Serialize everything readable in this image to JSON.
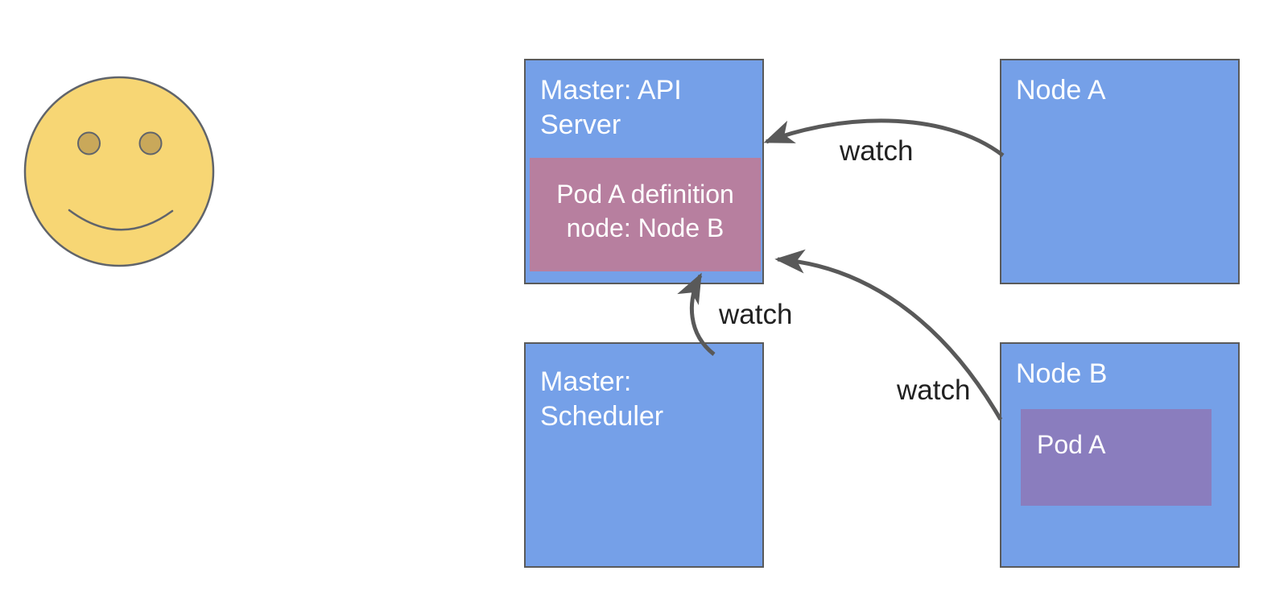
{
  "colors": {
    "canvas_bg": "#ffffff",
    "node_fill": "#75a0e8",
    "node_border": "#5a5a5a",
    "pod_definition_fill": "#b77f9f",
    "pod_fill": "#8a7dbe",
    "box_label_text": "#ffffff",
    "watch_text": "#212121",
    "arrow": "#595959",
    "face_fill": "#f7d674",
    "face_stroke": "#60646b",
    "eye_fill": "#c9a85a"
  },
  "diagram": {
    "boxes": {
      "api_server": {
        "label": "Master: API Server"
      },
      "node_a": {
        "label": "Node A"
      },
      "scheduler": {
        "label": "Master: Scheduler"
      },
      "node_b": {
        "label": "Node B"
      },
      "pod_definition": {
        "label": "Pod A definition node: Node B"
      },
      "pod_a": {
        "label": "Pod A"
      }
    },
    "arrows": [
      {
        "label": "watch",
        "from": "Node A",
        "to": "Master: API Server"
      },
      {
        "label": "watch",
        "from": "Master: Scheduler",
        "to": "Pod A definition"
      },
      {
        "label": "watch",
        "from": "Node B",
        "to": "Pod A definition"
      }
    ],
    "icons": [
      {
        "name": "smiley-face-icon"
      }
    ]
  }
}
